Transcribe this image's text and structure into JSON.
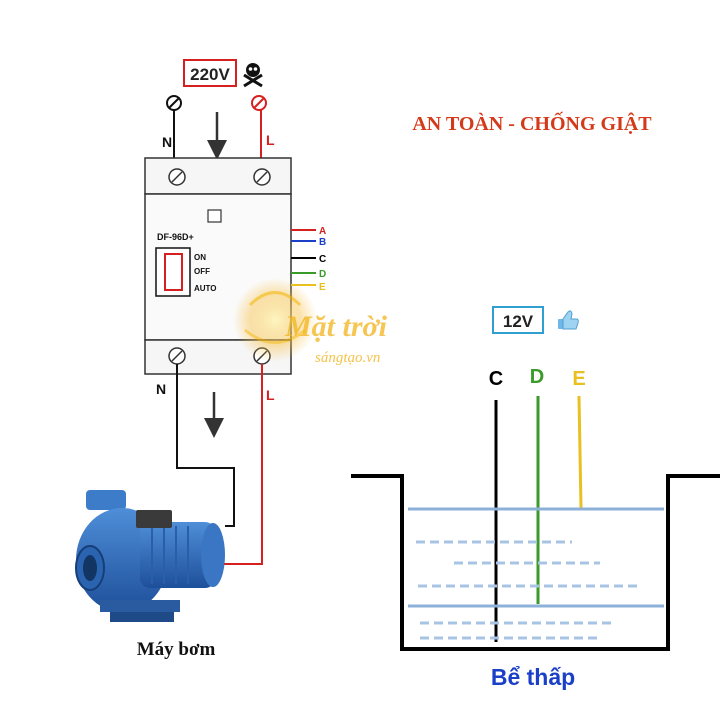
{
  "supply": {
    "voltage": "220V",
    "neutral": "N",
    "line": "L"
  },
  "title": "AN TOÀN - CHỐNG GIẬT",
  "relay": {
    "model": "DF-96D+",
    "modes": [
      "ON",
      "OFF",
      "AUTO"
    ],
    "terminals": [
      {
        "label": "A",
        "color": "#d62020"
      },
      {
        "label": "B",
        "color": "#1a3fc8"
      },
      {
        "label": "C",
        "color": "#000000"
      },
      {
        "label": "D",
        "color": "#3a9a2a"
      },
      {
        "label": "E",
        "color": "#e8c020"
      }
    ],
    "out_neutral": "N",
    "out_line": "L"
  },
  "probe_voltage": "12V",
  "probes": [
    {
      "label": "C",
      "color": "#000000"
    },
    {
      "label": "D",
      "color": "#3a9a2a"
    },
    {
      "label": "E",
      "color": "#e8c020"
    }
  ],
  "tank_label": "Bể thấp",
  "pump_label": "Máy bơm",
  "watermark": {
    "line1": "Mặt trời",
    "line2": "sángtạo.vn"
  },
  "icons": {
    "hazard": "skull-crossbones-icon",
    "approval": "thumbs-up-icon"
  }
}
